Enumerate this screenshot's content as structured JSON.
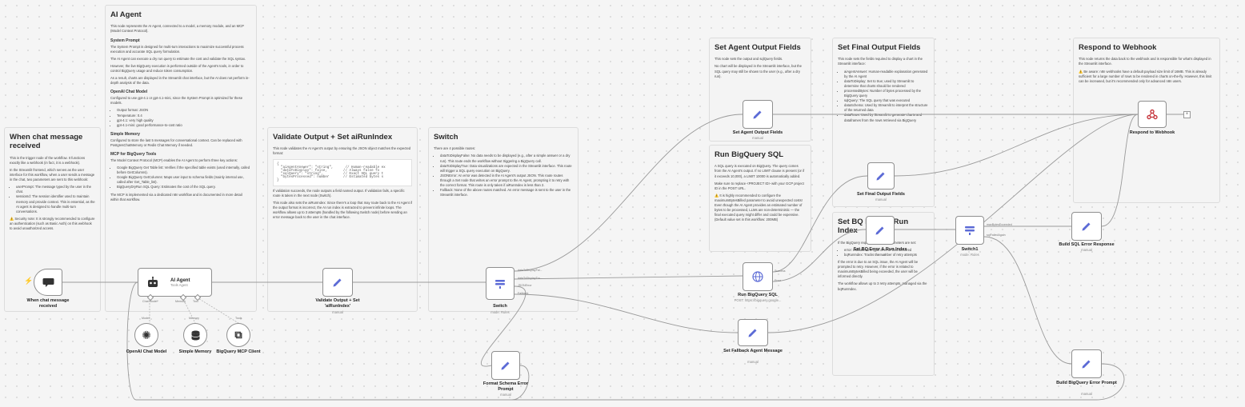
{
  "notes": {
    "chat": {
      "title": "When chat message received",
      "p1": "This is the trigger node of the workflow. It functions exactly like a webhook (in fact, it is a webhook).",
      "p2": "In the Streamlit frontend, which serves as the user interface for this workflow, when a user sends a message in the chat, two parameters are sent to this webhook:",
      "items": [
        "userPrompt: The message typed by the user in the chat.",
        "sessionId: The session identifier used to maintain memory and provide context. This is essential, as the AI agent is designed to handle multi-turn conversations."
      ],
      "warn": "⚠️ Security note: It is strongly recommended to configure an authentication (such as Basic Auth) on this webhook to avoid unauthorized access."
    },
    "agent": {
      "title": "AI Agent",
      "p1": "This node represents the AI Agent, connected to a model, a memory module, and an MCP (Model Context Protocol).",
      "h_prompt": "System Prompt",
      "p2": "The System Prompt is designed for multi-turn interactions to maximize successful process execution and accurate SQL query formulation.",
      "p3": "The AI Agent can execute a dry run query to estimate the cost and validate the SQL syntax.",
      "p4": "However, the live BigQuery execution is performed outside of the Agent's tools, in order to control BigQuery usage and reduce token consumption.",
      "p5": "As a result, charts are displayed in the Streamlit chat interface, but the AI does not perform in-depth analysis of the data.",
      "h_model": "OpenAI Chat Model",
      "p6": "Configured to use gpt-4.1 or gpt-4.1-mini, since the System Prompt is optimized for these models.",
      "model_items": [
        "Output format: JSON",
        "Temperature: 0.4",
        "gpt-4.1: very high quality",
        "gpt-4.1-mini: good performance-to-cost ratio"
      ],
      "h_memory": "Simple Memory",
      "p7": "Configured to store the last 5 messages for conversational context. Can be replaced with PostgresChatMemory or Redis Chat Memory if needed.",
      "h_mcp": "MCP for BigQuery Tools",
      "p8": "The Model Context Protocol (MCP) enables the AI Agent to perform three key actions:",
      "mcp_items": [
        "Google BigQuery Get Table list: Verifies if the specified table exists (used internally, called before GetColumns).",
        "Google BigQuery GetColumns: Maps user input to schema fields (mainly internal use, called after Get_Table_list).",
        "BigQueryDryRun SQL Query: Estimates the cost of the SQL query."
      ],
      "p9": "The MCP is implemented via a dedicated n8n workflow and is documented in more detail within that workflow."
    },
    "validate": {
      "title": "Validate Output + Set aiRunIndex",
      "p1": "This node validates the AI Agent's output by ensuring the JSON object matches the expected format:",
      "code": "{\n  \"aiAgentAnswer\": \"string\",      // Human-readable ex\n  \"dataToDisplay\": false,        // Always false fo\n  \"sqlQuery\": \"string\",          // Exact SQL query t\n  \"bytesProcessed\": number       // Estimated bytes s\n}",
      "p2": "If validation succeeds, the node outputs a field named output. If validation fails, a specific route is taken in the next node (Switch).",
      "p3": "This node also sets the aiRunIndex: Since there's a loop that may route back to the AI Agent if the output format is incorrect, the AI run index is extracted to prevent infinite loops. The workflow allows up to 3 attempts (handled by the following Switch node) before sending an error message back to the user in the chat interface."
    },
    "switch": {
      "title": "Switch",
      "p1": "There are 4 possible routes:",
      "items": [
        "dataToDisplayFalse: No data needs to be displayed (e.g., after a simple answer or a dry run). This route ends the workflow without triggering a BigQuery call.",
        "dataToDisplayTrue: Data visualizations are expected in the Streamlit interface. This route will trigger a SQL query execution on BigQuery.",
        "JSONError: An error was detected in the AI Agent's output JSON. This route routes through a Set node that writes an error prompt to the AI Agent, prompting it to retry with the correct format. This route is only taken if aiRunIndex is less than 2.",
        "Fallback: None of the above routes matched. An error message is sent to the user in the Streamlit interface."
      ]
    },
    "setAgent": {
      "title": "Set Agent Output Fields",
      "p1": "This node sets the output and sqlQuery fields.",
      "p2": "No chart will be displayed in the Streamlit interface, but the SQL query may still be shown to the user (e.g., after a dry run)."
    },
    "runBq": {
      "title": "Run BigQuery SQL",
      "p1": "A SQL query is executed on BigQuery. The query comes from the AI Agent's output. If no LIMIT clause is present (or if it exceeds 10,000), a LIMIT 10000 is automatically added.",
      "p2": "Make sure to replace <PROJECT ID> with your GCP project ID in the POST URL.",
      "p3": "⚠️ It is highly recommended to configure the maximumBytesBilled parameter to avoid unexpected costs! Even though the AI Agent provides an estimated number of bytes to be processed, LLMs are non-deterministic — the final executed query might differ and could be expensive. (Default value set in this workflow: 200MB)"
    },
    "setFinal": {
      "title": "Set Final Output Fields",
      "p1": "This node sets the fields required to display a chart in the Streamlit interface:",
      "items": [
        "aiAgentAnswer: Human-readable explanation generated by the AI Agent",
        "dataToDisplay: Set to true; used by Streamlit to determine that charts should be rendered",
        "processedBytes: Number of bytes processed by the BigQuery query",
        "sqlQuery: The SQL query that was executed",
        "dataSchema: Used by Streamlit to interpret the structure of the returned data",
        "dataRows: Used by Streamlit to generate charts and dataframes from the rows retrieved via BigQuery"
      ]
    },
    "setBq": {
      "title": "Set BQ Error & Run Index",
      "p1": "If the BigQuery request fails, two parameters are set:",
      "items": [
        "error: Indicates the type of error that occurred",
        "bqRunIndex: Tracks the number of retry attempts"
      ],
      "p2": "If the error is due to an SQL issue, the AI Agent will be prompted to retry. However, if the error is related to maximumBytesBilled being exceeded, the user will be informed directly.",
      "p3": "The workflow allows up to 3 retry attempts, managed via the bqRunIndex."
    },
    "respond": {
      "title": "Respond to Webhook",
      "p1": "This node returns the data back to the webhook and is responsible for what's displayed in the Streamlit interface.",
      "p2": "⚠️ Be aware: n8n webhooks have a default payload size limit of 16MB. This is already sufficient for a large number of rows to be rendered in charts on-the-fly. However, this limit can be increased, but it's recommended only for advanced n8n users."
    }
  },
  "nodes": {
    "chatTrigger": {
      "label": "When chat message received"
    },
    "aiAgent": {
      "label": "AI Agent",
      "sub": "Tools Agent"
    },
    "ports": {
      "chatModel": "Chat Model*",
      "memory": "Memory",
      "tool": "Tool"
    },
    "model": {
      "label": "OpenAI Chat Model",
      "port": "Model"
    },
    "memory": {
      "label": "Simple Memory",
      "port": "Memory"
    },
    "mcp": {
      "label": "BigQuery MCP Client",
      "port": "Tools"
    },
    "validate": {
      "label": "Validate Output + Set 'aiRunIndex'",
      "sub": "manual"
    },
    "switch": {
      "label": "Switch",
      "sub": "mode: Rules",
      "outputs": [
        "dataToDisplayFal...",
        "dataToDisplayTru...",
        "JSONError",
        "Fallback"
      ]
    },
    "setAgentOut": {
      "label": "Set Agent Output Fields",
      "sub": "manual"
    },
    "runBq": {
      "label": "Run BigQuery SQL",
      "sub": "POST: https://bigquery.google...",
      "outputs": [
        "Success",
        "Error"
      ]
    },
    "setFallback": {
      "label": "Set Fallback Agent Message",
      "sub": "manual"
    },
    "formatSchema": {
      "label": "Format Schema Error Prompt",
      "sub": "manual"
    },
    "setFinalOut": {
      "label": "Set Final Output Fields",
      "sub": "manual"
    },
    "setBqErr": {
      "label": "Set BQ Error & Run Index",
      "sub": "manual"
    },
    "switch1": {
      "label": "Switch1",
      "sub": "mode: Rules",
      "outputs": [
        "maxBytesExceeded",
        "sqlFailedAgain"
      ]
    },
    "buildSqlErr": {
      "label": "Build SQL Error Response",
      "sub": "manual"
    },
    "buildBqErr": {
      "label": "Build BigQuery Error Prompt",
      "sub": "manual"
    },
    "respond": {
      "label": "Respond to Webhook"
    }
  },
  "colors": {
    "accent": "#5c6bd6",
    "trigger": "#ff6d5a",
    "canvas": "#f5f5f5",
    "sticky": "#f4f4f4"
  }
}
